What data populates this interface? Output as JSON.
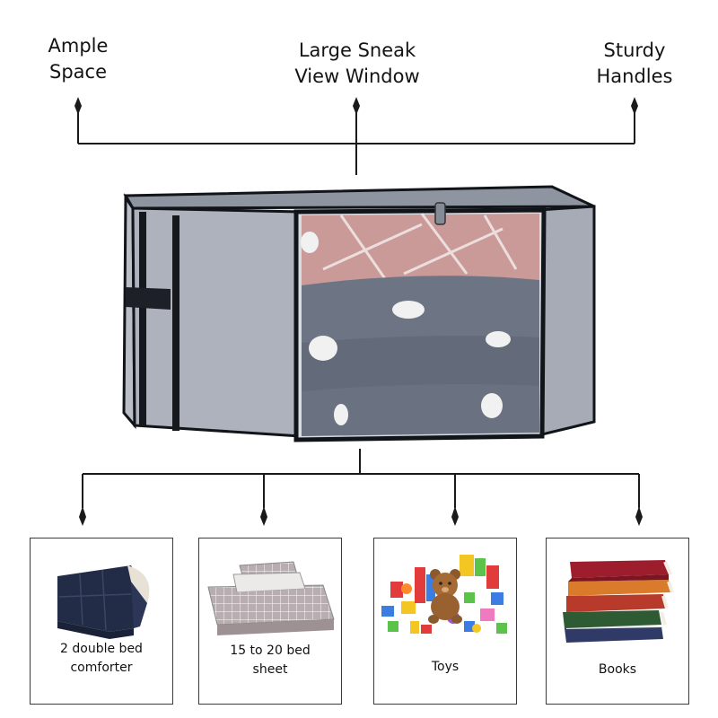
{
  "features": [
    {
      "line1": "Ample",
      "line2": "Space"
    },
    {
      "line1": "Large Sneak",
      "line2": "View Window"
    },
    {
      "line1": "Sturdy",
      "line2": "Handles"
    }
  ],
  "uses": [
    {
      "line1": "2 double bed",
      "line2": "comforter"
    },
    {
      "line1": "15 to 20 bed",
      "line2": "sheet"
    },
    {
      "line1": "Toys",
      "line2": ""
    },
    {
      "line1": "Books",
      "line2": ""
    }
  ],
  "colors": {
    "bag_gray": "#a9aeb8",
    "bag_trim": "#111418",
    "blanket_pink": "#c99a98",
    "blanket_blue": "#6a7180",
    "comforter_navy": "#232c47"
  },
  "icons": [
    "comforter-icon",
    "bed-sheet-icon",
    "toys-icon",
    "books-icon"
  ]
}
